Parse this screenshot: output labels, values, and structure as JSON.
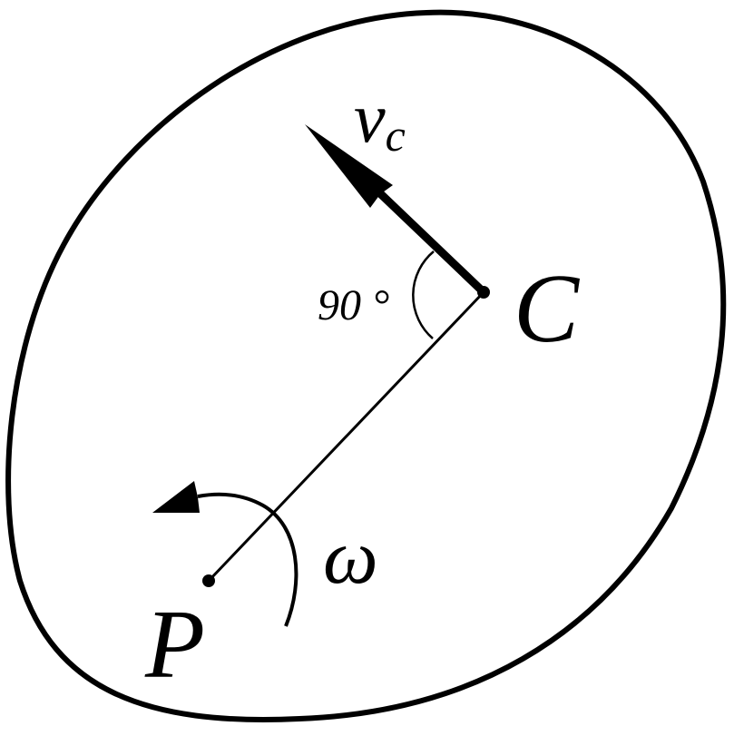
{
  "diagram": {
    "labels": {
      "velocity_symbol": "v",
      "velocity_subscript": "c",
      "point_c": "C",
      "point_p": "P",
      "angle": "90 °",
      "angular_velocity": "ω"
    },
    "colors": {
      "stroke": "#000000",
      "background": "#ffffff"
    }
  }
}
